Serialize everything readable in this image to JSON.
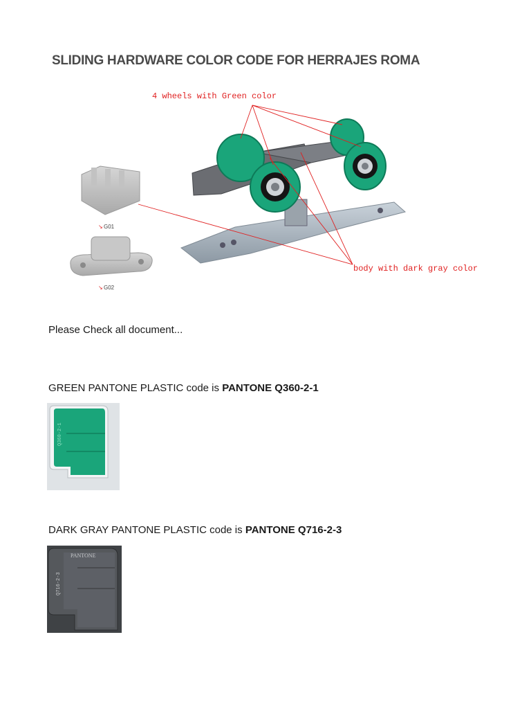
{
  "title": "SLIDING HARDWARE COLOR CODE FOR HERRAJES ROMA",
  "figure": {
    "callout_wheels": "4 wheels with Green color",
    "callout_body": "body with dark gray color",
    "part_g01": "G01",
    "part_g02": "G02"
  },
  "notice": "Please Check all document...",
  "green": {
    "label": "GREEN PANTONE PLASTIC code is ",
    "code": "PANTONE Q360-2-1",
    "chip_text": "Q360-2-1",
    "color": "#1aa57a"
  },
  "gray": {
    "label": "DARK GRAY PANTONE PLASTIC code is ",
    "code": "PANTONE Q716-2-3",
    "chip_brand": "PANTONE",
    "chip_text": "Q716-2-3",
    "color": "#5d6066"
  },
  "colors": {
    "callout_red": "#e02020",
    "title_gray": "#4a4a4a"
  }
}
